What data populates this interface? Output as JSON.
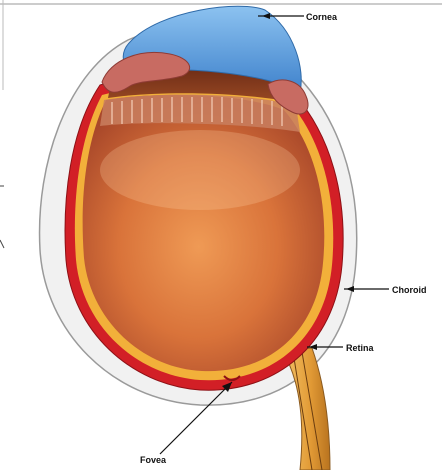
{
  "labels": {
    "cornea": "Cornea",
    "choroid": "Choroid",
    "retina": "Retina",
    "fovea": "Fovea"
  },
  "colors": {
    "background": "#ffffff",
    "sclera": "#f1f1f1",
    "choroid": "#d21f26",
    "retina": "#f2b03a",
    "vitreous": "#d8743e",
    "cornea": "#5fa6e3",
    "iris": "#c86b62",
    "optic_nerve": "#e9a23a",
    "leader_line": "#111111"
  }
}
